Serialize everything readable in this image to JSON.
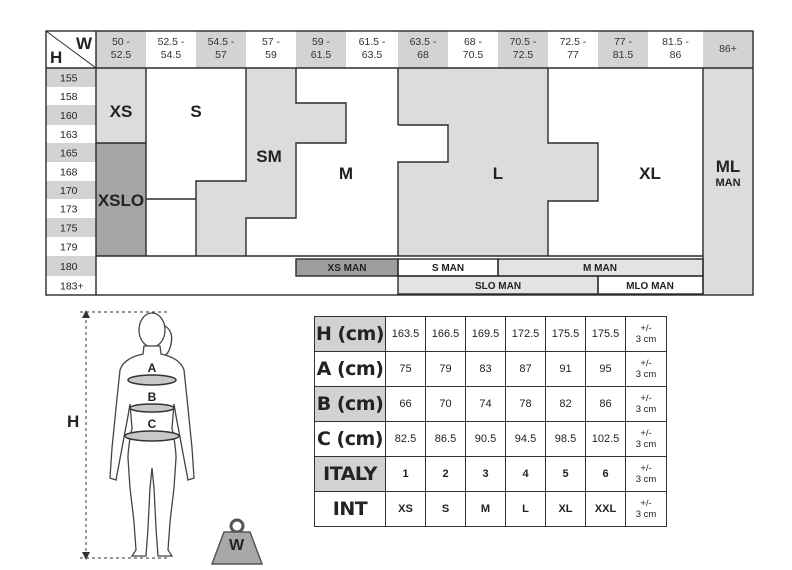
{
  "chart": {
    "corner_h": "H",
    "corner_w": "W",
    "weight_headers": [
      "50 -|52.5",
      "52.5 -|54.5",
      "54.5 -|57",
      "57 -|59",
      "59 -|61.5",
      "61.5 -|63.5",
      "63.5 -|68",
      "68 -|70.5",
      "70.5 -|72.5",
      "72.5 -|77",
      "77 -|81.5",
      "81.5 -|86",
      "86+"
    ],
    "height_rows": [
      "155",
      "158",
      "160",
      "163",
      "165",
      "168",
      "170",
      "173",
      "175",
      "179",
      "180",
      "183+"
    ],
    "sizes": {
      "xs": "XS",
      "s": "S",
      "xslo": "XSLO",
      "sm": "SM",
      "m": "M",
      "l": "L",
      "xl": "XL",
      "ml_man_1": "ML",
      "ml_man_2": "MAN"
    },
    "bands": {
      "xs_man": "XS MAN",
      "s_man": "S MAN",
      "m_man": "M MAN",
      "slo_man": "SLO MAN",
      "mlo_man": "MLO MAN"
    },
    "colors": {
      "header_gray": "#d3d3d3",
      "zone_gray": "#dcdcdc",
      "xslo_gray": "#a5a5a5",
      "band_dark": "#9e9e9e",
      "band_light": "#e3e3e3",
      "line": "#2b2b2b"
    }
  },
  "figure": {
    "labels": {
      "a": "A",
      "b": "B",
      "c": "C",
      "h": "H",
      "w": "W"
    }
  },
  "table": {
    "rows": [
      {
        "label": "H (cm)",
        "values": [
          "163.5",
          "166.5",
          "169.5",
          "172.5",
          "175.5",
          "175.5"
        ],
        "tol": [
          "+/-",
          "3 cm"
        ]
      },
      {
        "label": "A (cm)",
        "values": [
          "75",
          "79",
          "83",
          "87",
          "91",
          "95"
        ],
        "tol": [
          "+/-",
          "3 cm"
        ]
      },
      {
        "label": "B (cm)",
        "values": [
          "66",
          "70",
          "74",
          "78",
          "82",
          "86"
        ],
        "tol": [
          "+/-",
          "3 cm"
        ]
      },
      {
        "label": "C (cm)",
        "values": [
          "82.5",
          "86.5",
          "90.5",
          "94.5",
          "98.5",
          "102.5"
        ],
        "tol": [
          "+/-",
          "3 cm"
        ]
      },
      {
        "label": "ITALY",
        "values": [
          "1",
          "2",
          "3",
          "4",
          "5",
          "6"
        ],
        "tol": [
          "+/-",
          "3 cm"
        ]
      },
      {
        "label": "INT",
        "values": [
          "XS",
          "S",
          "M",
          "L",
          "XL",
          "XXL"
        ],
        "tol": [
          "+/-",
          "3 cm"
        ]
      }
    ]
  }
}
